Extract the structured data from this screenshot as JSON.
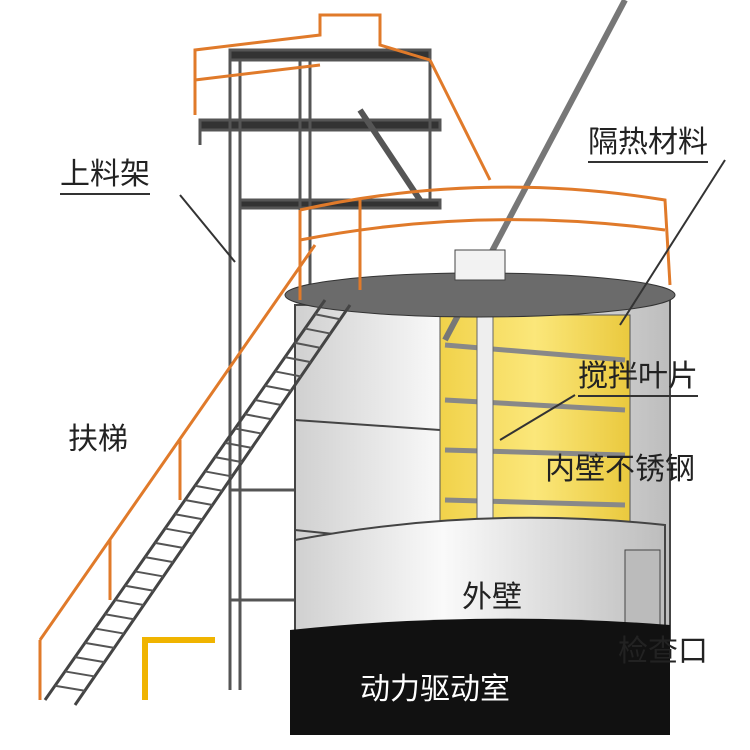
{
  "title": "Fermentation tank structure diagram",
  "labels": {
    "feeding_rack": "上料架",
    "insulation": "隔热材料",
    "staircase": "扶梯",
    "mixing_blades": "搅拌叶片",
    "inner_wall": "内壁不锈钢",
    "outer_wall": "外壁",
    "inspection_port": "检查口",
    "drive_room": "动力驱动室"
  },
  "colors": {
    "railing": "#e07a2a",
    "insulation": "#f5dc5a",
    "drive_room": "#111111",
    "outer_wall": "#e8e8e8",
    "frame": "#555555"
  }
}
